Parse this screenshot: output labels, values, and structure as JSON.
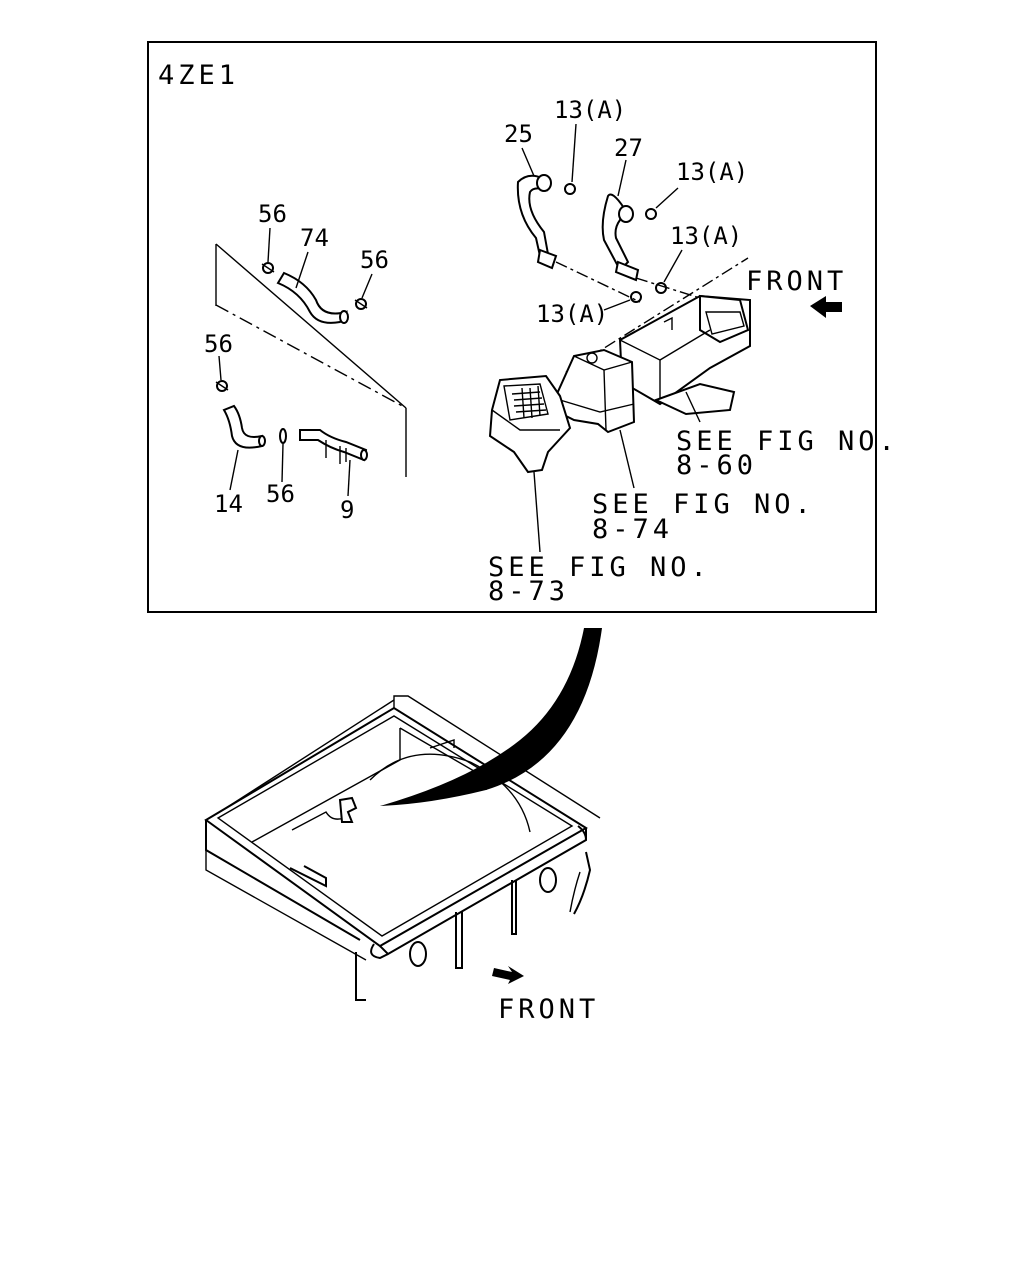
{
  "diagram": {
    "engine_code": "4ZE1",
    "callouts": {
      "c13a_1": "13(A)",
      "c13a_2": "13(A)",
      "c13a_3": "13(A)",
      "c13a_4": "13(A)",
      "c25": "25",
      "c27": "27",
      "c56_1": "56",
      "c56_2": "56",
      "c56_3": "56",
      "c56_4": "56",
      "c74": "74",
      "c14": "14",
      "c9": "9"
    },
    "references": {
      "fig_860_line1": "SEE FIG NO.",
      "fig_860_line2": "8-60",
      "fig_874_line1": "SEE FIG NO.",
      "fig_874_line2": "8-74",
      "fig_873_line1": "SEE FIG NO.",
      "fig_873_line2": "8-73"
    },
    "direction_upper": "FRONT",
    "direction_lower": "FRONT"
  },
  "colors": {
    "ink": "#000000",
    "paper": "#ffffff"
  }
}
